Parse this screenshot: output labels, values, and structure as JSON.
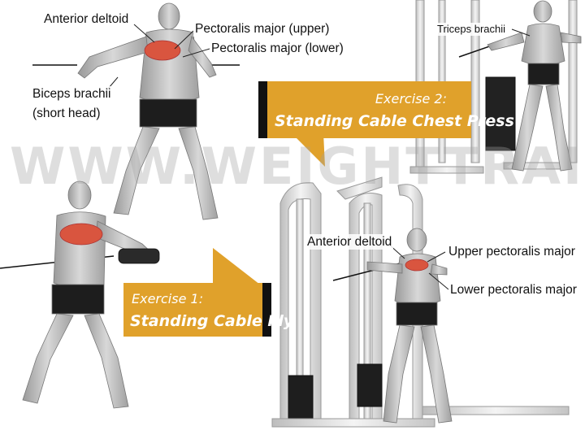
{
  "watermark": "WWW.WEIGHTTRAINING.GUIDE",
  "exercise1": {
    "kicker": "Exercise 1:",
    "title": "Standing Cable Fly"
  },
  "exercise2": {
    "kicker": "Exercise 2:",
    "title": "Standing Cable Chest Press"
  },
  "labels": {
    "anterior_deltoid_1": "Anterior deltoid",
    "pec_major_upper": "Pectoralis major (upper)",
    "pec_major_lower": "Pectoralis major (lower)",
    "biceps_line1": "Biceps brachii",
    "biceps_line2": "(short head)",
    "triceps": "Triceps brachii",
    "anterior_deltoid_2": "Anterior deltoid",
    "upper_pec": "Upper pectoralis major",
    "lower_pec": "Lower pectoralis major"
  },
  "colors": {
    "accent": "#e0a12b",
    "muscle_highlight": "#d9553f",
    "skin": "#c9c9c9",
    "shorts": "#1b1b1b",
    "machine": "#e6e6e6"
  }
}
